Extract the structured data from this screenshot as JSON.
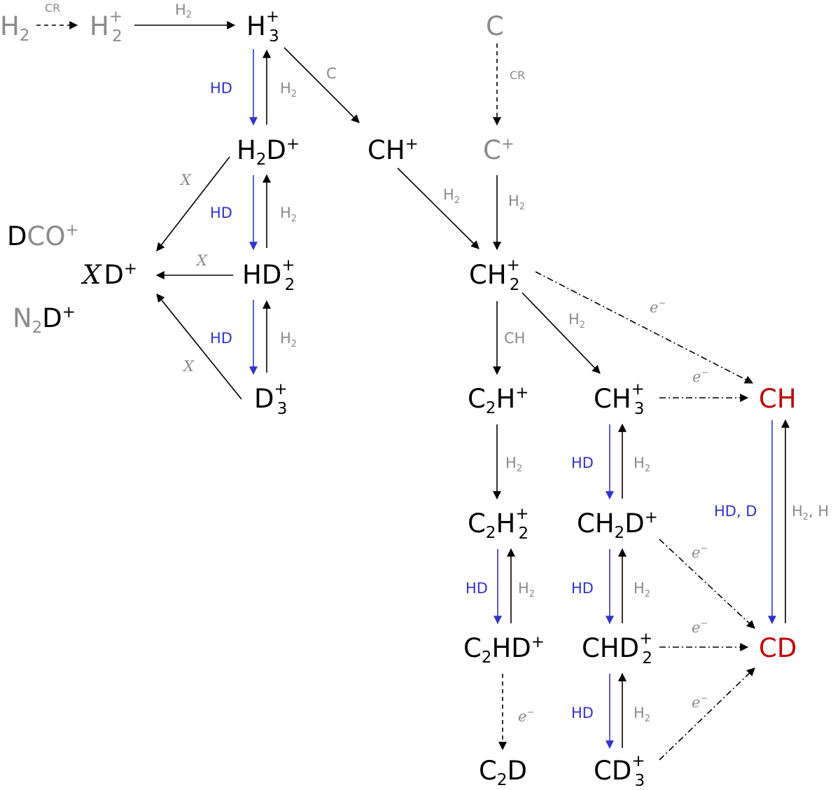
{
  "colors": {
    "black": "#000000",
    "gray": "#8a8a8a",
    "blue": "#3333cc",
    "red": "#c00000"
  },
  "species": {
    "h2": {
      "base": "H",
      "sub": "2",
      "sup": ""
    },
    "h2p": {
      "base": "H",
      "sub": "2",
      "sup": "+"
    },
    "h3p": {
      "base": "H",
      "sub": "3",
      "sup": "+"
    },
    "h2dp": {
      "a": "H",
      "sub": "2",
      "b": "D",
      "sup": "+"
    },
    "hd2p": {
      "base": "HD",
      "sub": "2",
      "sup": "+"
    },
    "d3p": {
      "base": "D",
      "sub": "3",
      "sup": "+"
    },
    "xdp": {
      "x": "X",
      "base": "D",
      "sup": "+"
    },
    "dcop": {
      "d": "D",
      "co": "CO",
      "sup": "+"
    },
    "n2dp": {
      "n": "N",
      "sub": "2",
      "d": "D",
      "sup": "+"
    },
    "c": {
      "base": "C"
    },
    "cp": {
      "base": "C",
      "sup": "+"
    },
    "chp": {
      "base": "CH",
      "sup": "+"
    },
    "ch2p": {
      "base": "CH",
      "sub": "2",
      "sup": "+"
    },
    "c2hp": {
      "a": "C",
      "sub": "2",
      "b": "H",
      "sup": "+"
    },
    "ch3p": {
      "base": "CH",
      "sub": "3",
      "sup": "+"
    },
    "c2h2p": {
      "a": "C",
      "sub": "2",
      "b": "H",
      "sub2": "2",
      "sup": "+"
    },
    "ch2dp": {
      "a": "CH",
      "sub": "2",
      "b": "D",
      "sup": "+"
    },
    "c2hdp": {
      "a": "C",
      "sub": "2",
      "b": "HD",
      "sup": "+"
    },
    "chd2p": {
      "base": "CHD",
      "sub": "2",
      "sup": "+"
    },
    "c2d": {
      "a": "C",
      "sub": "2",
      "b": "D"
    },
    "cd3p": {
      "base": "CD",
      "sub": "3",
      "sup": "+"
    },
    "ch": {
      "base": "CH"
    },
    "cd": {
      "base": "CD"
    }
  },
  "labels": {
    "cr_top": "CR",
    "h2_top": "H",
    "h2_top_sub": "2",
    "c_label": "C",
    "cr_right": "CR",
    "hd": "HD",
    "h": "H",
    "h_sub": "2",
    "x": "X",
    "ch": "CH",
    "e": "e",
    "e_sup": "−",
    "hd_d": "HD, D",
    "h2_h": "H",
    "h2_h_sub": "2",
    "h2_h_tail": ", H"
  }
}
